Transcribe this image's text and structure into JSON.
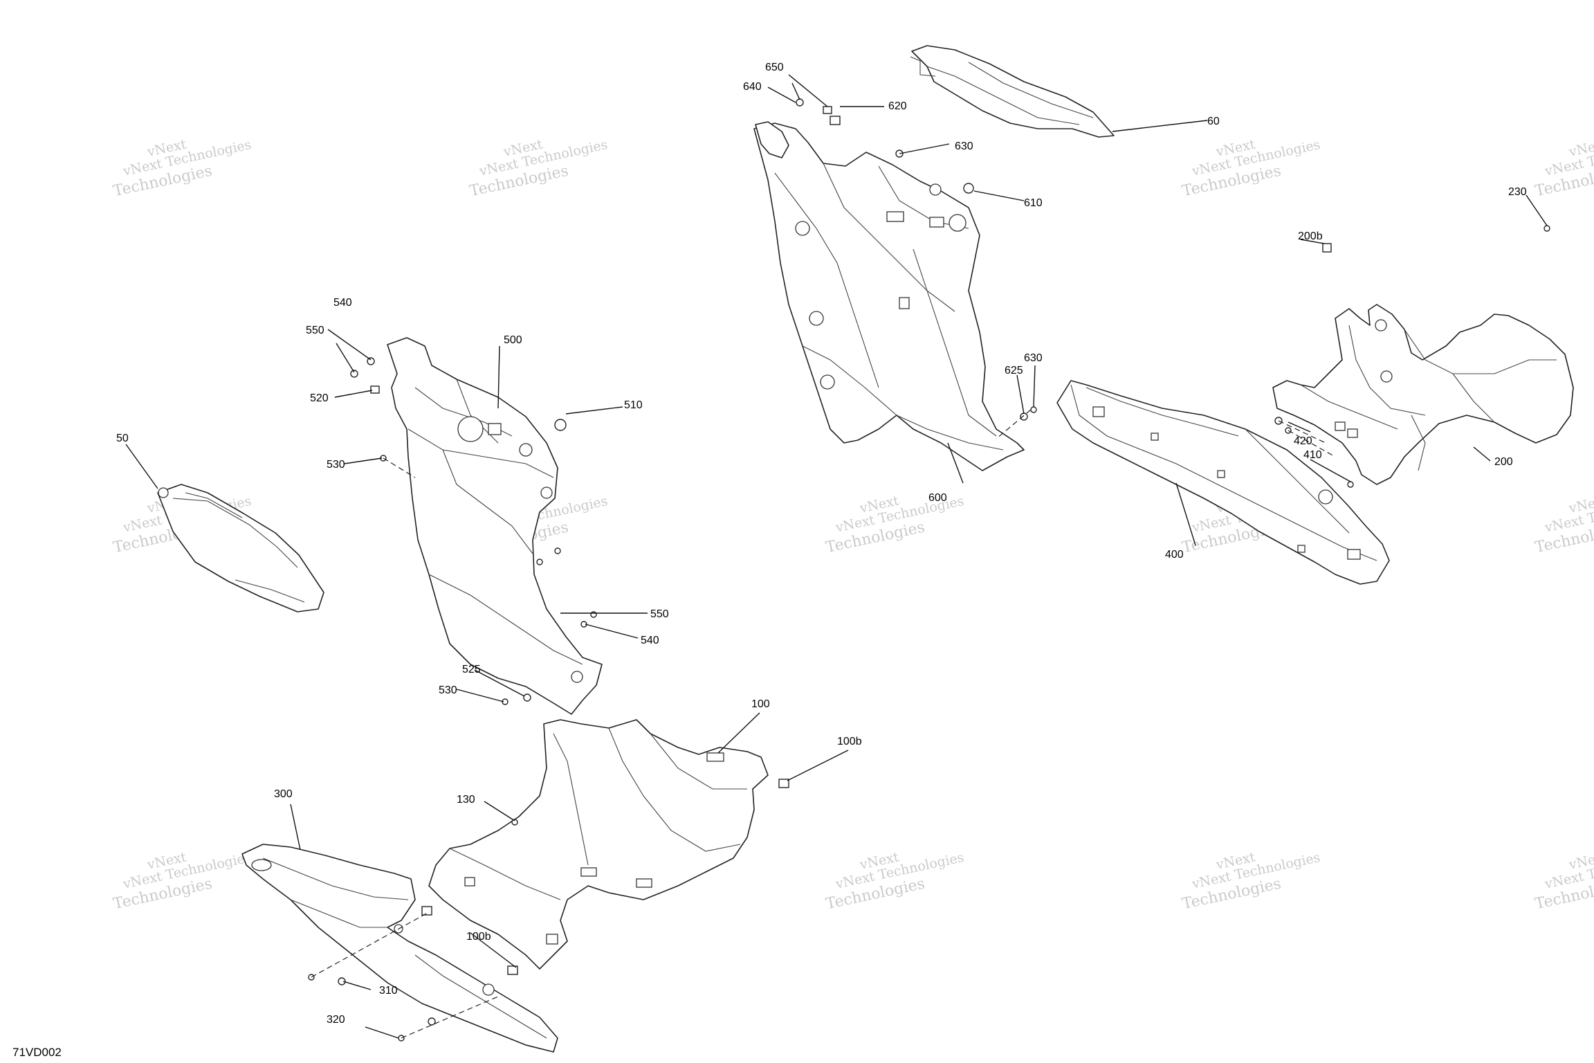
{
  "diagram_id": "71VD002",
  "watermark": {
    "brand_line1": "vNext",
    "brand_line2": "vNext Technologies",
    "brand_line3": "Technologies"
  },
  "callouts": {
    "c50": "50",
    "c60": "60",
    "c100": "100",
    "c100b_a": "100b",
    "c100b_b": "100b",
    "c130": "130",
    "c200": "200",
    "c200b": "200b",
    "c230": "230",
    "c300": "300",
    "c310": "310",
    "c320": "320",
    "c400": "400",
    "c410": "410",
    "c420": "420",
    "c500": "500",
    "c510": "510",
    "c520": "520",
    "c525": "525",
    "c530_a": "530",
    "c530_b": "530",
    "c540_a": "540",
    "c540_b": "540",
    "c550_a": "550",
    "c550_b": "550",
    "c600": "600",
    "c610": "610",
    "c620": "620",
    "c625": "625",
    "c630_a": "630",
    "c630_b": "630",
    "c640": "640",
    "c650": "650"
  }
}
